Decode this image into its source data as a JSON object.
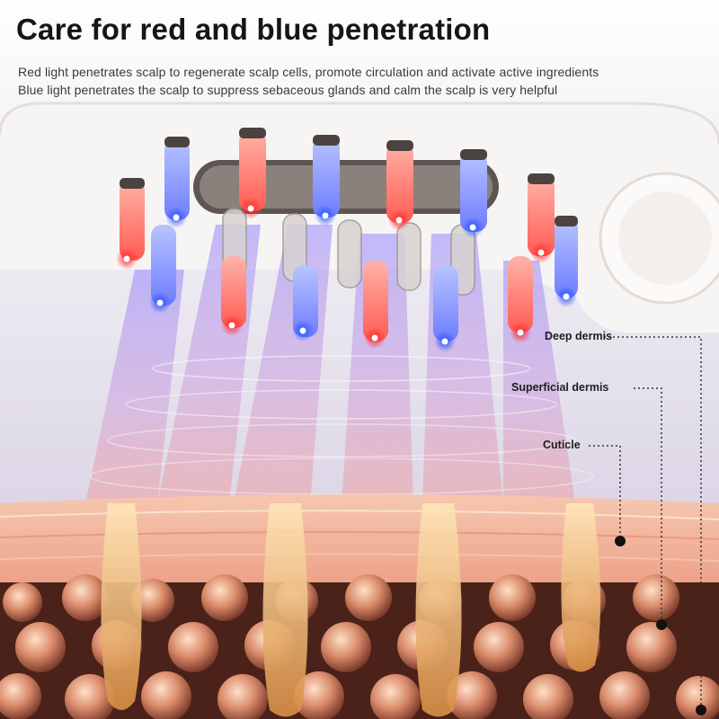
{
  "header": {
    "title": "Care for red and blue penetration",
    "lines": [
      "Red light penetrates scalp to regenerate scalp cells, promote circulation and activate active ingredients",
      "Blue light penetrates the scalp to suppress sebaceous glands and calm the scalp is very helpful"
    ]
  },
  "layers": {
    "deep": "Deep dermis",
    "superficial": "Superficial dermis",
    "cuticle": "Cuticle"
  },
  "colors": {
    "red_light": "#ff3b3b",
    "blue_light": "#2f5bff",
    "skin": "#f2b59a",
    "dermis": "#7a3d2a"
  }
}
